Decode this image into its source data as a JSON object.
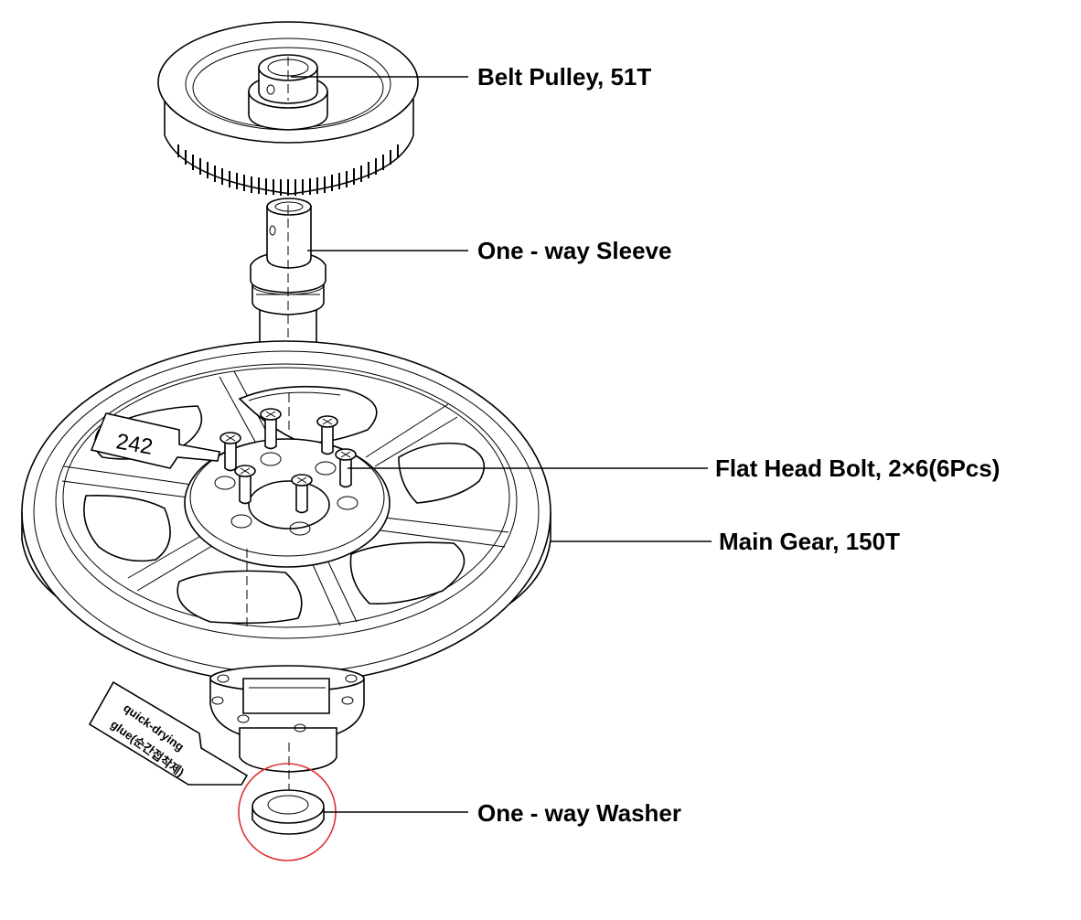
{
  "labels": {
    "belt_pulley": "Belt Pulley, 51T",
    "one_way_sleeve": "One - way Sleeve",
    "flat_head_bolt": "Flat Head Bolt, 2×6(6Pcs)",
    "main_gear": "Main Gear, 150T",
    "one_way_washer": "One - way Washer"
  },
  "tags": {
    "threadlock": "242",
    "glue_line1": "quick-drying",
    "glue_line2": "glue(순간접착제)"
  },
  "colors": {
    "line": "#000000",
    "highlight_circle": "#e03030"
  }
}
